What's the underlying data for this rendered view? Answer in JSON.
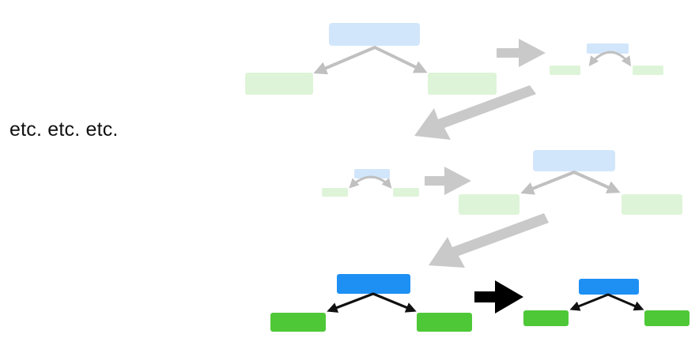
{
  "caption": "etc. etc. etc.",
  "colors": {
    "parent_faded": "#d2e6fb",
    "child_faded": "#def4d8",
    "arrow_faded": "#c9c9c9",
    "connector_faded": "#c0c0c0",
    "parent_active": "#1e90f4",
    "child_active": "#4fc838",
    "arrow_active": "#000000",
    "connector_active": "#111111"
  },
  "icons": {
    "node_shape": "rounded-rectangle",
    "connector": "double-headed-branch-arrow",
    "transition": "thick-arrow"
  }
}
